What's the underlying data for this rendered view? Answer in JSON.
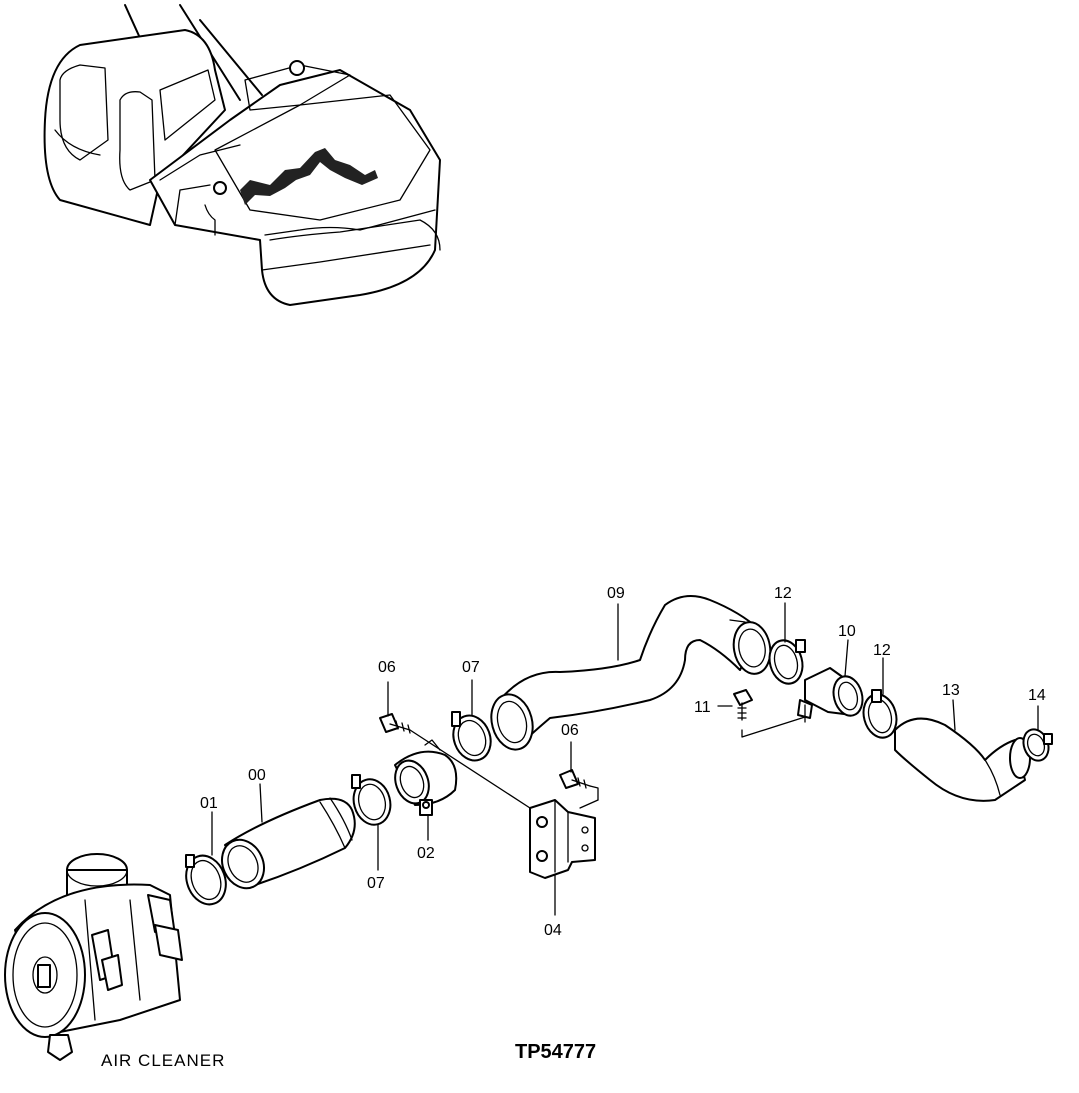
{
  "diagram": {
    "caption": "AIR CLEANER",
    "code": "TP54777",
    "callouts": [
      {
        "id": "00",
        "label": "00"
      },
      {
        "id": "01",
        "label": "01"
      },
      {
        "id": "02",
        "label": "02"
      },
      {
        "id": "04",
        "label": "04"
      },
      {
        "id": "06a",
        "label": "06"
      },
      {
        "id": "06b",
        "label": "06"
      },
      {
        "id": "07a",
        "label": "07"
      },
      {
        "id": "07b",
        "label": "07"
      },
      {
        "id": "09",
        "label": "09"
      },
      {
        "id": "10",
        "label": "10"
      },
      {
        "id": "11",
        "label": "11"
      },
      {
        "id": "12a",
        "label": "12"
      },
      {
        "id": "12b",
        "label": "12"
      },
      {
        "id": "13",
        "label": "13"
      },
      {
        "id": "14",
        "label": "14"
      }
    ]
  }
}
